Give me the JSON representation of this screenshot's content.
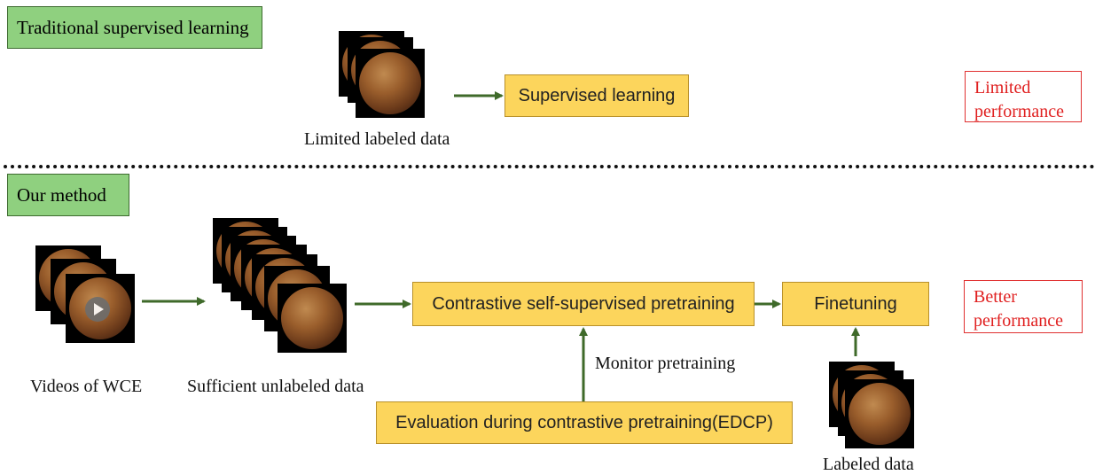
{
  "top": {
    "tag": "Traditional supervised learning",
    "limited_caption": "Limited labeled data",
    "supervised_box": "Supervised learning",
    "result_line1": "Limited",
    "result_line2": "performance"
  },
  "bottom": {
    "tag": "Our method",
    "videos_caption": "Videos of WCE",
    "unlabeled_caption": "Sufficient unlabeled data",
    "pretraining_box": "Contrastive self-supervised pretraining",
    "finetuning_box": "Finetuning",
    "monitor_label": "Monitor pretraining",
    "edcp_box": "Evaluation during contrastive pretraining(EDCP)",
    "labeled_caption": "Labeled data",
    "result_line1": "Better",
    "result_line2": "performance"
  },
  "colors": {
    "tag_fill": "#8fd07f",
    "box_fill": "#fcd55c",
    "result_text": "#e02020",
    "arrow": "#3f6a2a"
  },
  "icons": [
    "play-icon"
  ]
}
